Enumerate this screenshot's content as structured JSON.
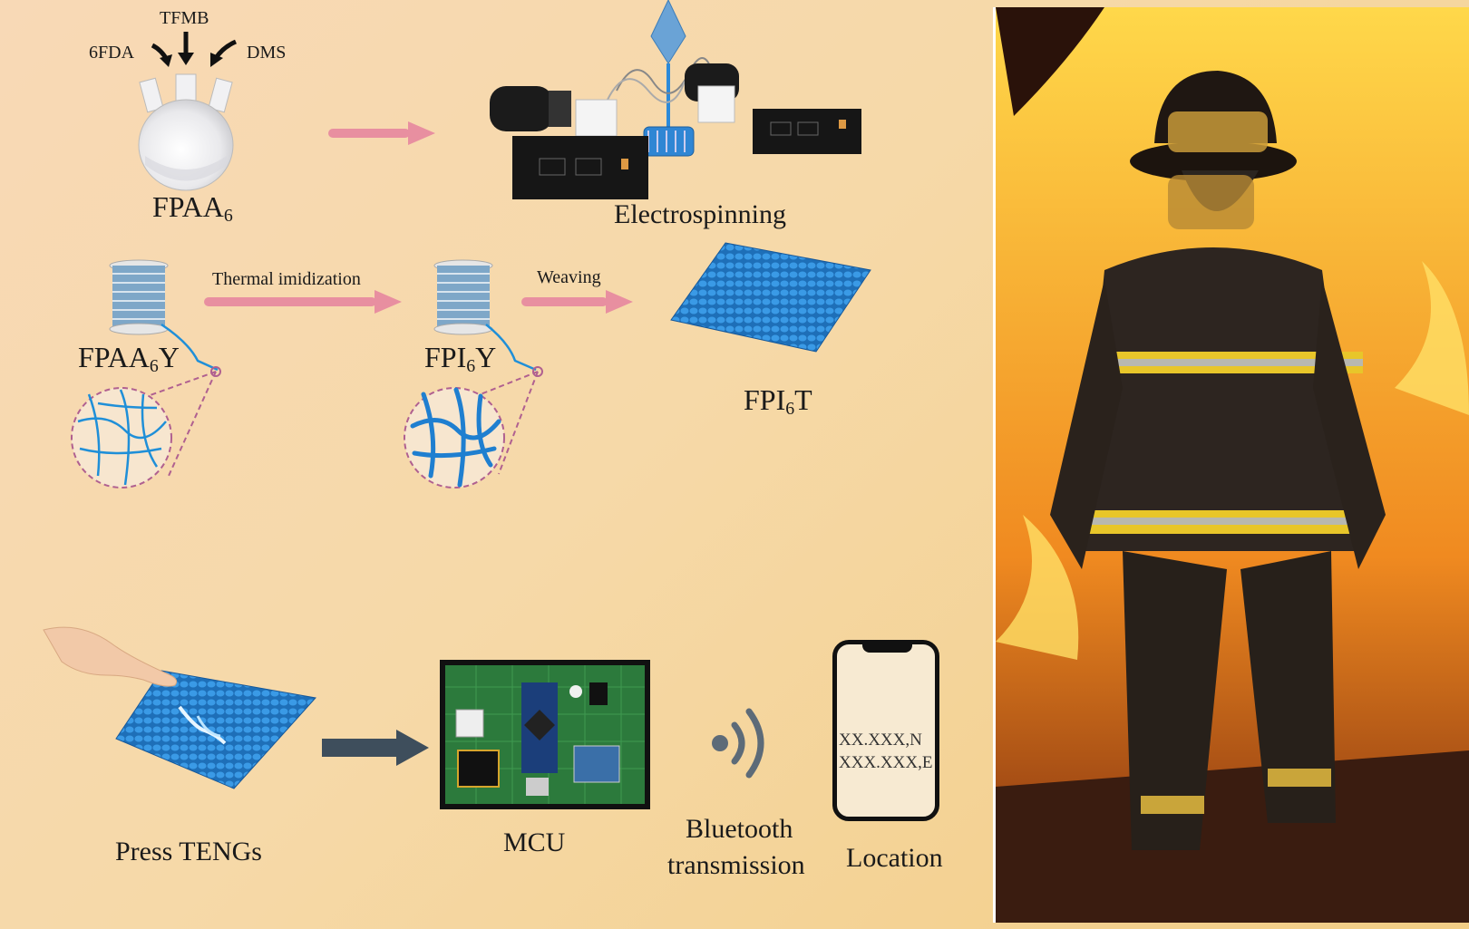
{
  "synthesis": {
    "reagent_top": "TFMB",
    "reagent_left": "6FDA",
    "reagent_right": "DMS",
    "product_base": "FPAA",
    "product_sub": "6"
  },
  "electrospinning": {
    "label": "Electrospinning"
  },
  "yarn_stage": {
    "fpaa_y_base": "FPAA",
    "fpaa_y_sub": "6",
    "fpaa_y_suffix": "Y",
    "thermal_label": "Thermal imidization",
    "fpi_y_base": "FPI",
    "fpi_y_sub": "6",
    "fpi_y_suffix": "Y",
    "weaving_label": "Weaving",
    "fpi_t_base": "FPI",
    "fpi_t_sub": "6",
    "fpi_t_suffix": "T"
  },
  "application": {
    "press_label": "Press TENGs",
    "mcu_label": "MCU",
    "bluetooth_line1": "Bluetooth",
    "bluetooth_line2": "transmission",
    "location_label": "Location",
    "coord_line1": "XX.XXX,N",
    "coord_line2": "XXX.XXX,E"
  },
  "colors": {
    "arrow_pink": "#e88fa0",
    "fabric_blue": "#1f7fd0",
    "fiber_blue": "#1f8fd8",
    "circuit_green": "#2c7a3c"
  }
}
